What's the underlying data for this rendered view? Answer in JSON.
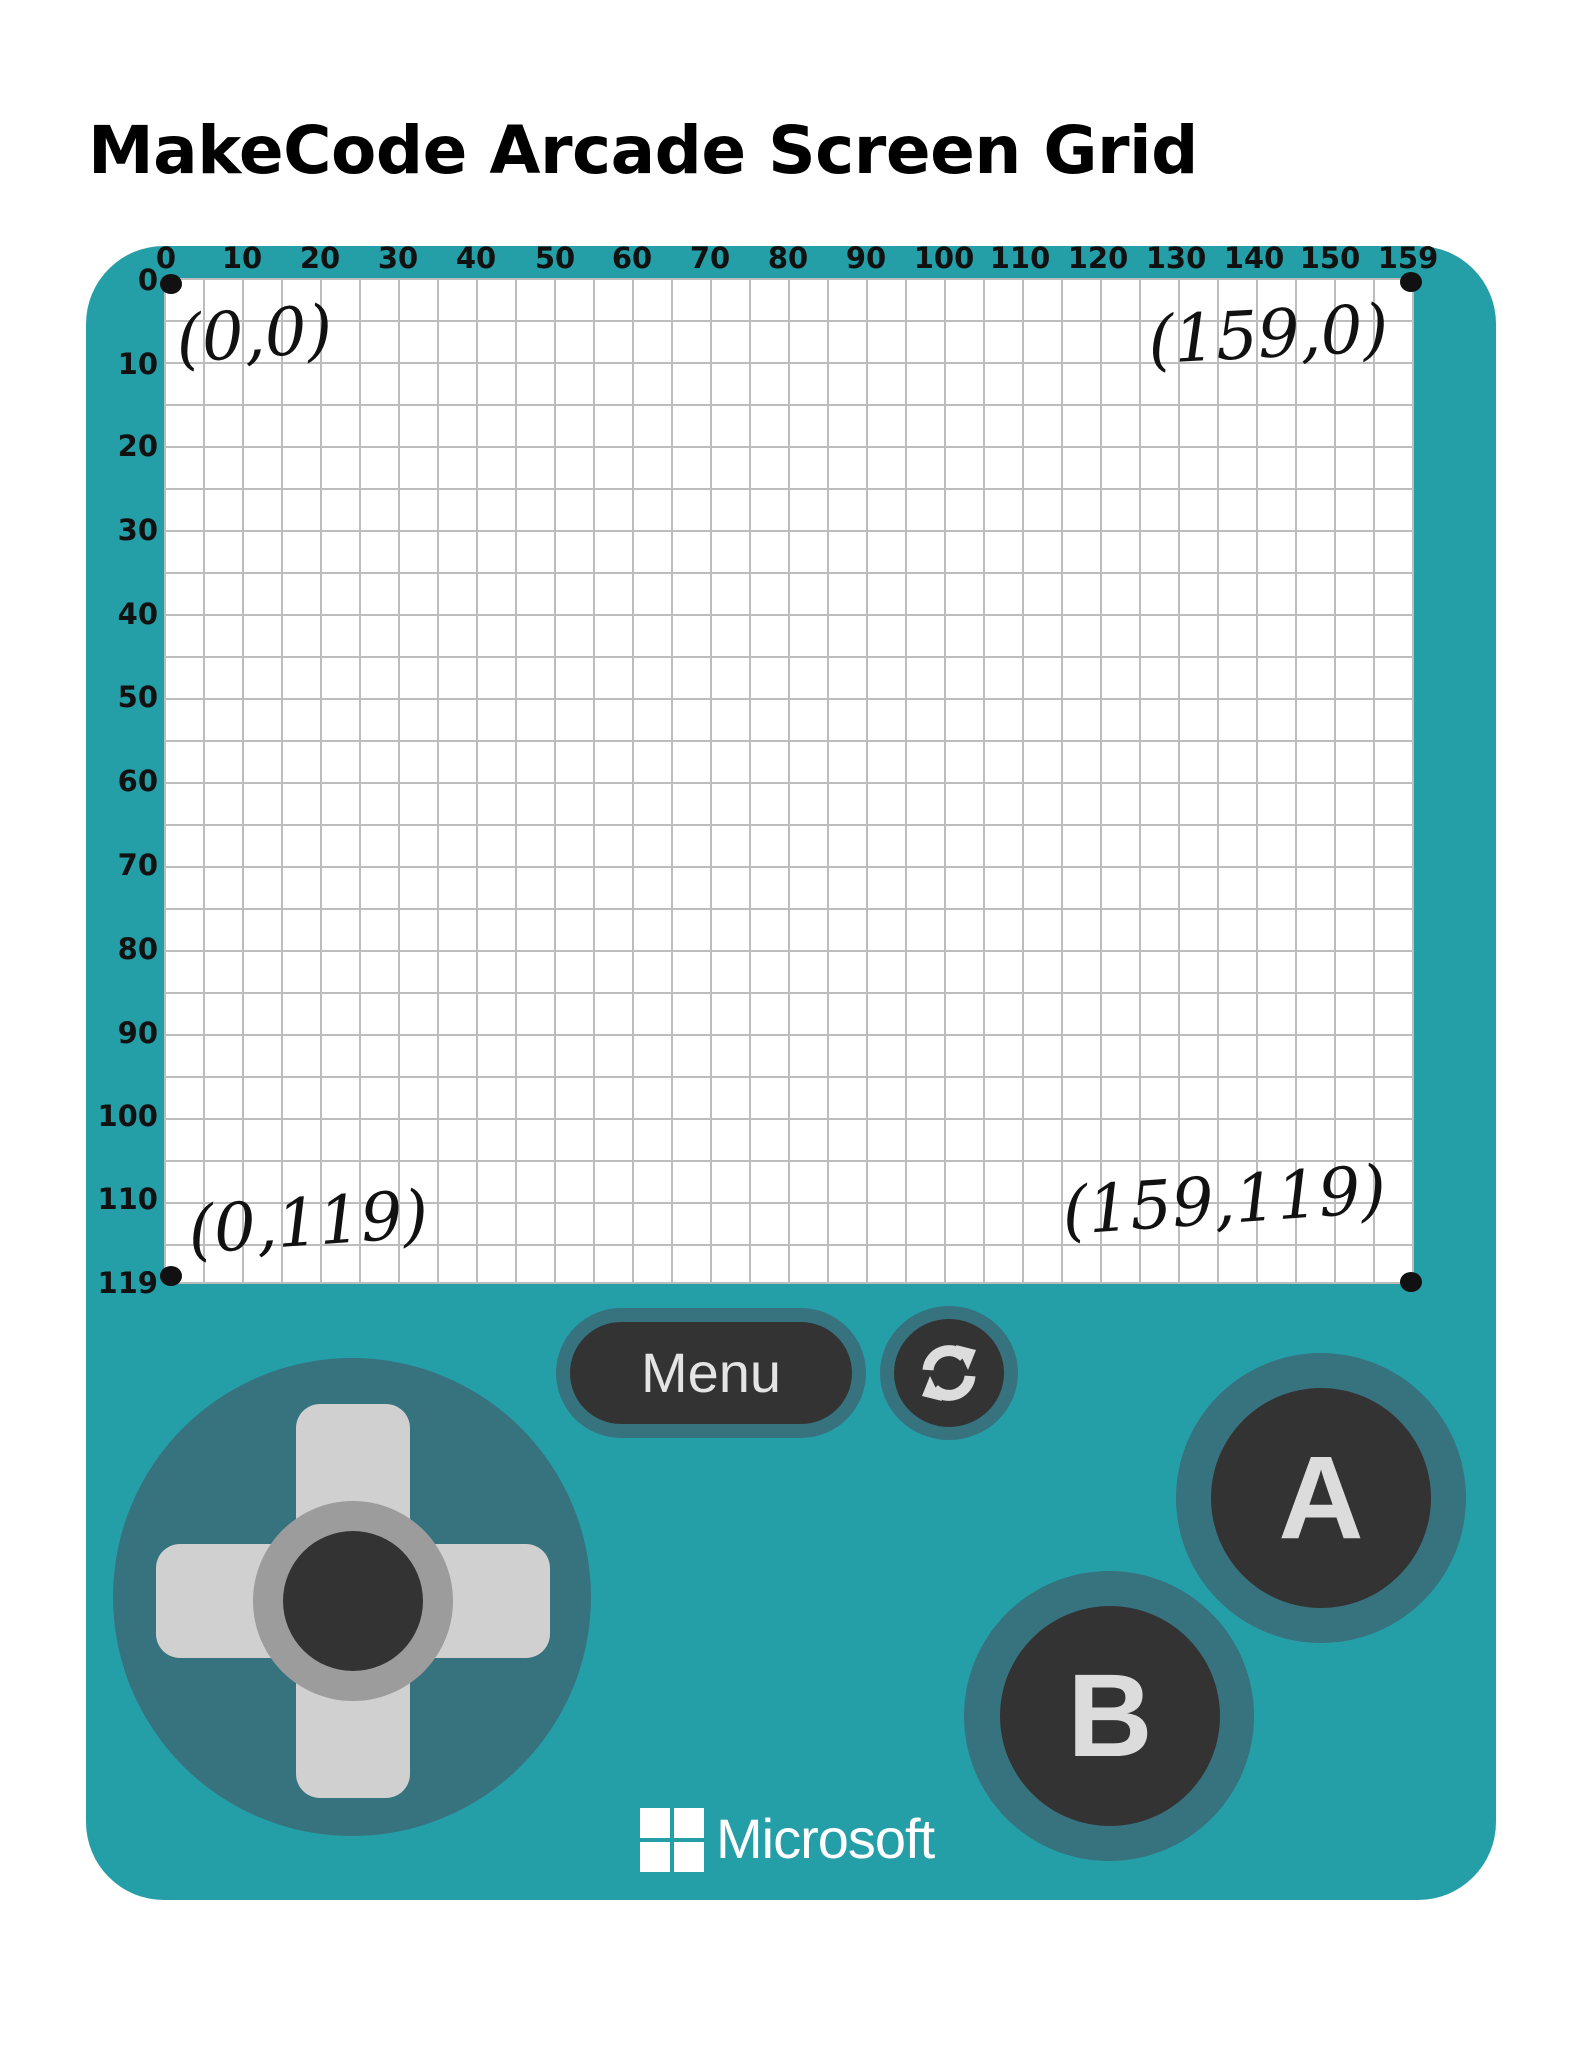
{
  "page": {
    "title": "MakeCode Arcade Screen Grid"
  },
  "grid": {
    "x_ticks": [
      "0",
      "10",
      "20",
      "30",
      "40",
      "50",
      "60",
      "70",
      "80",
      "90",
      "100",
      "110",
      "120",
      "130",
      "140",
      "150",
      "159"
    ],
    "y_ticks": [
      "0",
      "10",
      "20",
      "30",
      "40",
      "50",
      "60",
      "70",
      "80",
      "90",
      "100",
      "110",
      "119"
    ]
  },
  "annotations": {
    "top_left": "(0,0)",
    "top_right": "(159,0)",
    "bottom_left": "(0,119)",
    "bottom_right": "(159,119)"
  },
  "controls": {
    "menu_label": "Menu",
    "a_label": "A",
    "b_label": "B",
    "reset_icon": "refresh-icon",
    "dpad_icon": "dpad-icon"
  },
  "brand": {
    "name": "Microsoft"
  },
  "colors": {
    "console": "#259fa7",
    "control_base": "#37727f",
    "button_face": "#333333",
    "grid_line": "#bdbdbd",
    "dpad": "#d0d0d0"
  }
}
